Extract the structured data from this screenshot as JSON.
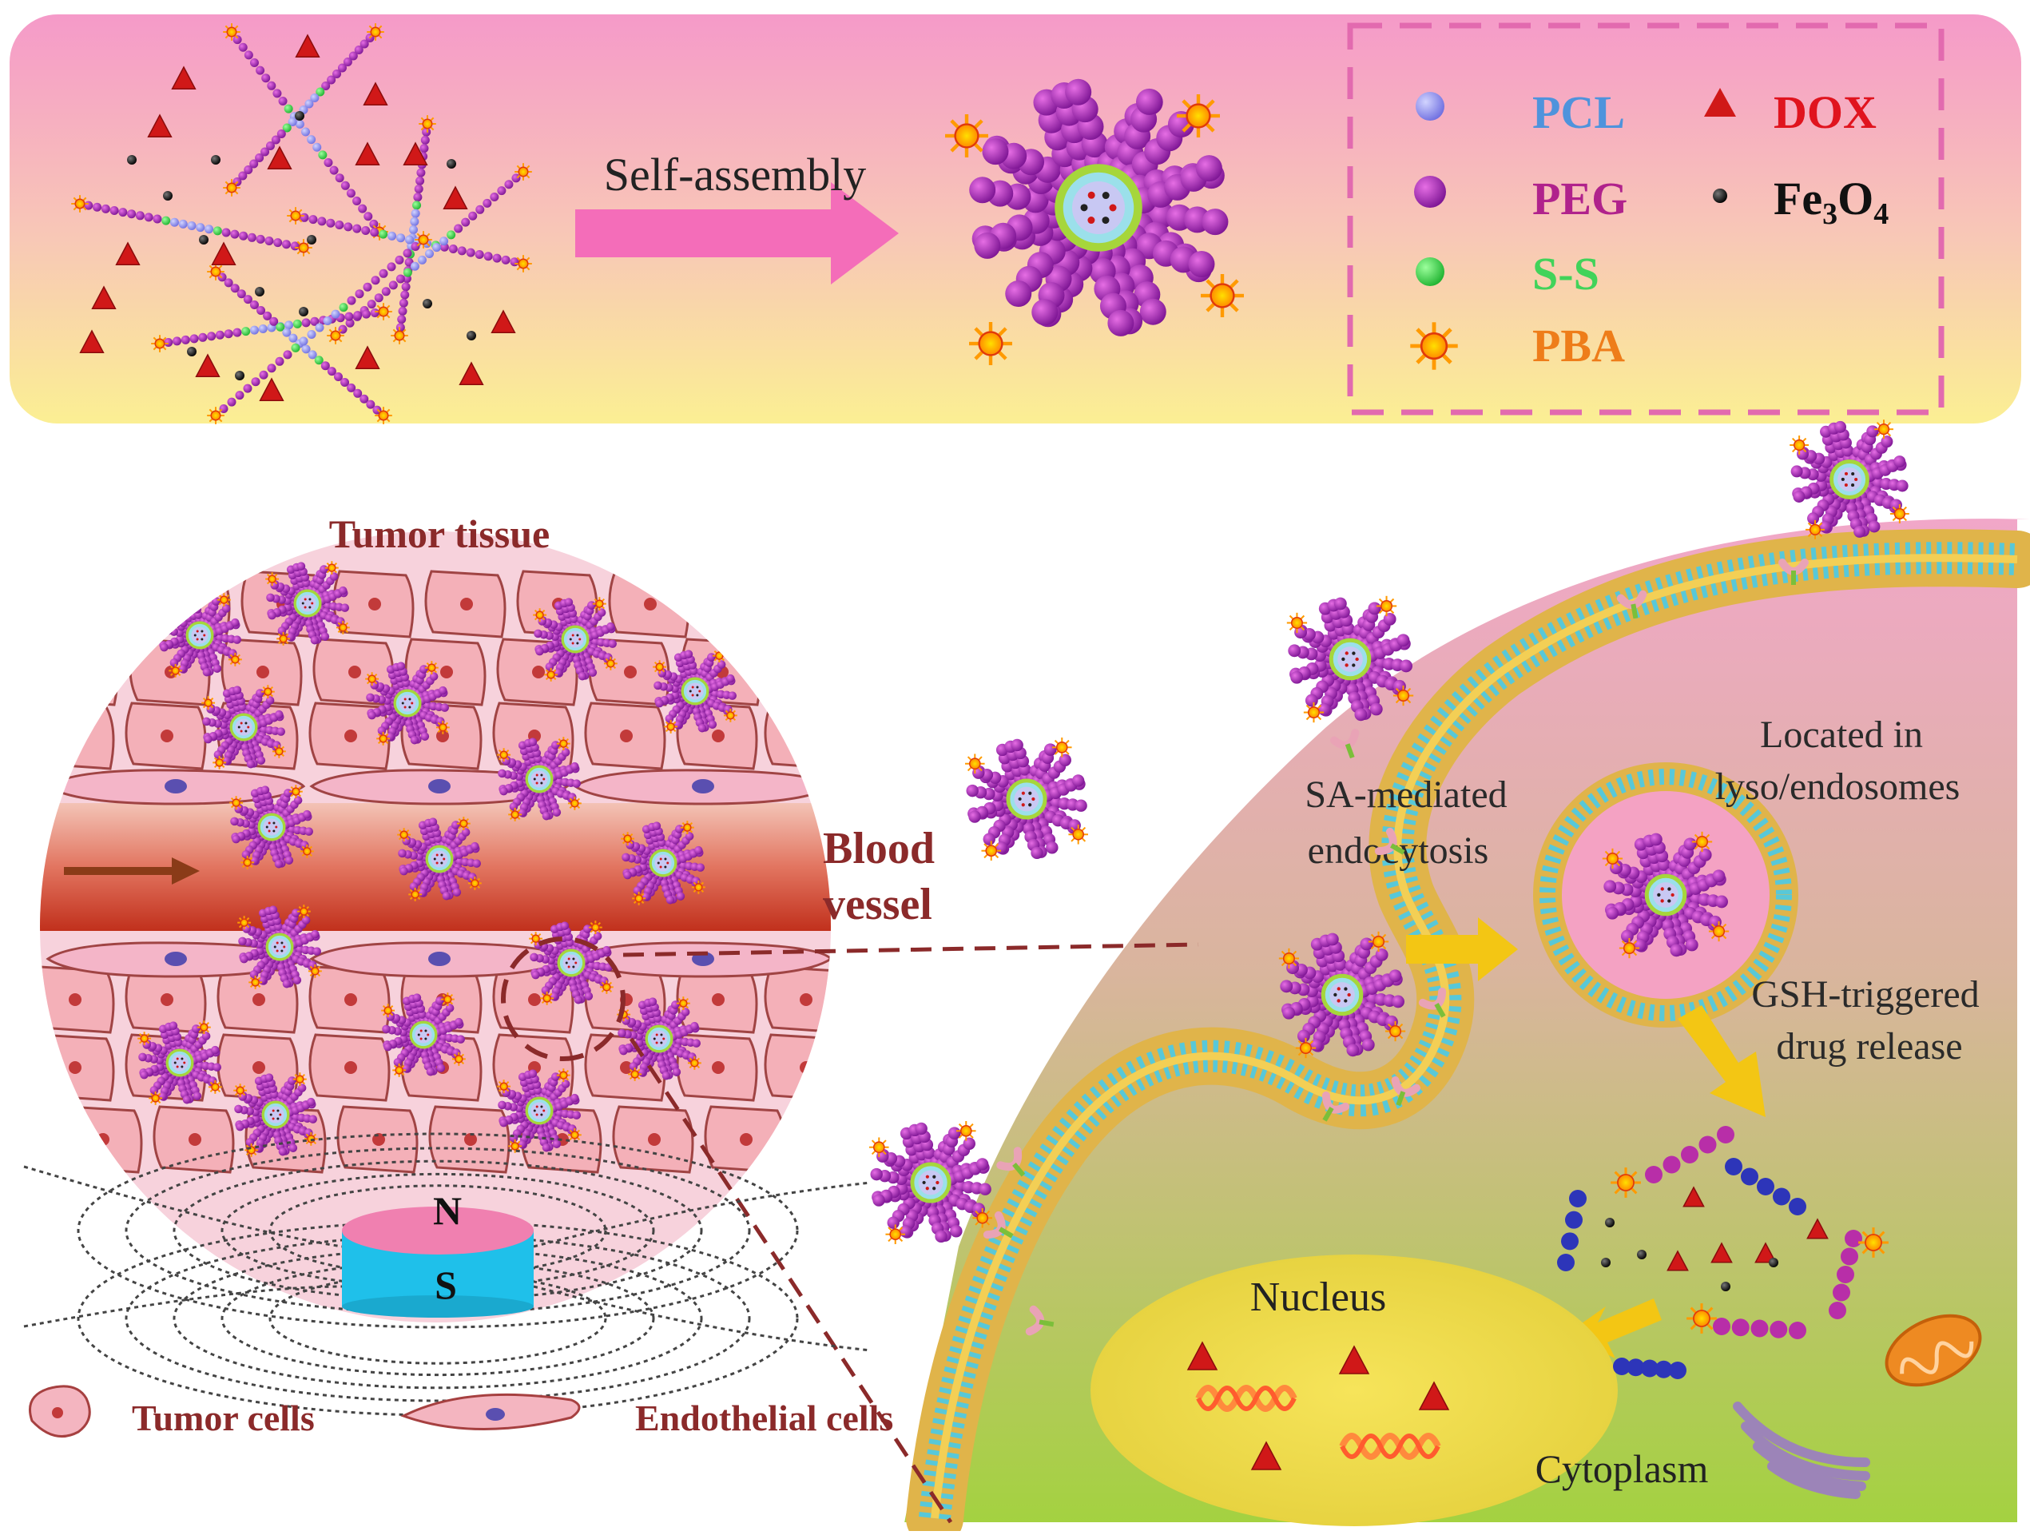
{
  "top_panel": {
    "arrow_label": "Self-assembly",
    "legend": {
      "pcl": "PCL",
      "dox": "DOX",
      "peg": "PEG",
      "fe3o4_main": "Fe",
      "fe3o4_sub1": "3",
      "fe3o4_mid": "O",
      "fe3o4_sub2": "4",
      "ss": "S-S",
      "pba": "PBA"
    },
    "colors": {
      "pcl": "#4f93dc",
      "dox": "#e0141e",
      "peg": "#b0228c",
      "fe3o4": "#111111",
      "ss": "#41d35a",
      "pba": "#ee7d1a"
    }
  },
  "tissue": {
    "title": "Tumor tissue",
    "vessel_line1": "Blood",
    "vessel_line2": "vessel",
    "magnet_n": "N",
    "magnet_s": "S",
    "legend_tumor": "Tumor cells",
    "legend_endothelial": "Endothelial cells"
  },
  "cell": {
    "uptake_line1": "SA-mediated",
    "uptake_line2": "endocytosis",
    "located_line1": "Located in",
    "located_line2": "lyso/endosomes",
    "release_line1": "GSH-triggered",
    "release_line2": "drug release",
    "nucleus": "Nucleus",
    "cytoplasm": "Cytoplasm"
  }
}
